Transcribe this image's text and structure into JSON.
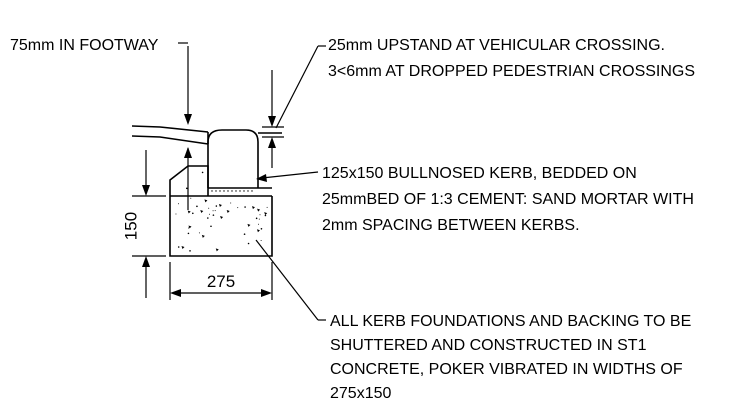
{
  "labels": {
    "footway": "75mm IN FOOTWAY",
    "upstand": [
      "25mm UPSTAND AT VEHICULAR CROSSING.",
      "3<6mm AT DROPPED PEDESTRIAN CROSSINGS"
    ],
    "kerb": [
      "125x150 BULLNOSED KERB, BEDDED ON",
      "25mmBED OF 1:3 CEMENT: SAND MORTAR WITH",
      "2mm SPACING BETWEEN KERBS."
    ],
    "foundation": [
      "ALL KERB FOUNDATIONS AND BACKING TO BE",
      "SHUTTERED AND CONSTRUCTED IN ST1",
      "CONCRETE, POKER VIBRATED IN WIDTHS OF",
      "275x150"
    ]
  },
  "dimensions": {
    "height": "150",
    "width": "275"
  },
  "colors": {
    "ink": "#000000",
    "background": "#ffffff"
  }
}
